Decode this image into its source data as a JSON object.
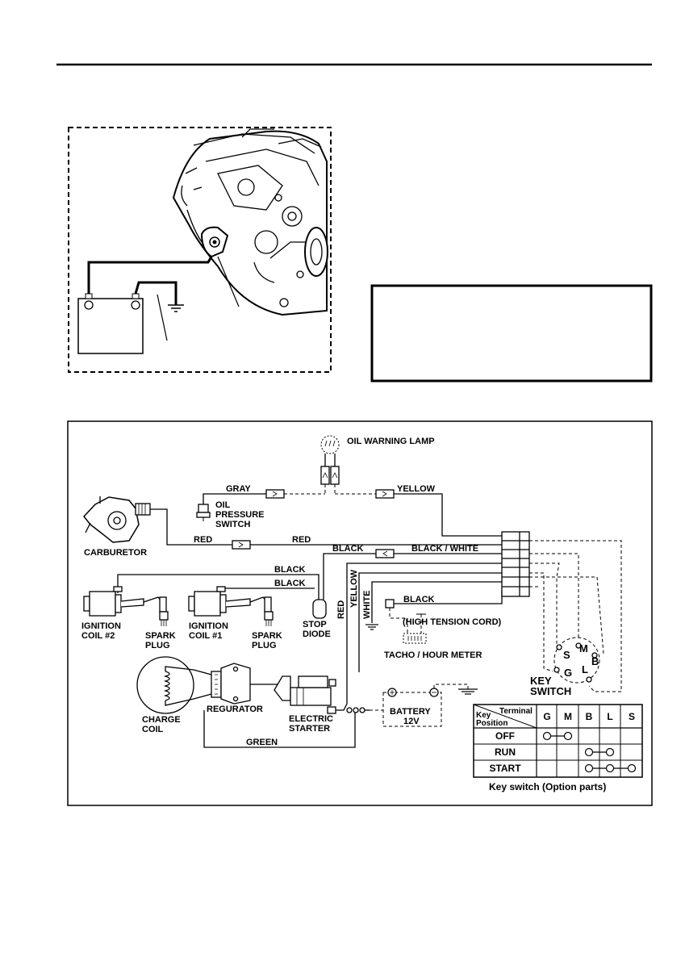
{
  "wiring": {
    "oil_warning_lamp": "OIL WARNING LAMP",
    "gray": "GRAY",
    "yellow_top": "YELLOW",
    "oil_pressure_switch": [
      "OIL",
      "PRESSURE",
      "SWITCH"
    ],
    "red_left": "RED",
    "red_mid": "RED",
    "carburetor": "CARBURETOR",
    "black_1": "BLACK",
    "black_2": "BLACK",
    "black_3": "BLACK",
    "black_white": "BLACK / WHITE",
    "black_4": "BLACK",
    "yellow_vert": "YELLOW",
    "red_vert": "RED",
    "white_vert": "WHITE",
    "ignition_coil_2": [
      "IGNITION",
      "COIL #2"
    ],
    "spark_plug_1": [
      "SPARK",
      "PLUG"
    ],
    "ignition_coil_1": [
      "IGNITION",
      "COIL #1"
    ],
    "spark_plug_2": [
      "SPARK",
      "PLUG"
    ],
    "stop_diode": [
      "STOP",
      "DIODE"
    ],
    "high_tension_cord": "(HIGH TENSION CORD)",
    "tacho_hour_meter": "TACHO / HOUR METER",
    "key_switch": [
      "KEY",
      "SWITCH"
    ],
    "charge_coil": [
      "CHARGE",
      "COIL"
    ],
    "regurator": "REGURATOR",
    "electric_starter": [
      "ELECTRIC",
      "STARTER"
    ],
    "battery": [
      "BATTERY",
      "12V"
    ],
    "green": "GREEN",
    "key_terminals": {
      "S": "S",
      "M": "M",
      "B": "B",
      "G": "G",
      "L": "L"
    }
  },
  "key_table": {
    "header_terminal": "Terminal",
    "header_key": "Key",
    "header_position": "Position",
    "columns": [
      "G",
      "M",
      "B",
      "L",
      "S"
    ],
    "rows": [
      {
        "label": "OFF",
        "connected": [
          "G",
          "M"
        ]
      },
      {
        "label": "RUN",
        "connected": [
          "B",
          "L"
        ]
      },
      {
        "label": "START",
        "connected": [
          "B",
          "L",
          "S"
        ]
      }
    ],
    "caption": "Key switch (Option parts)"
  }
}
